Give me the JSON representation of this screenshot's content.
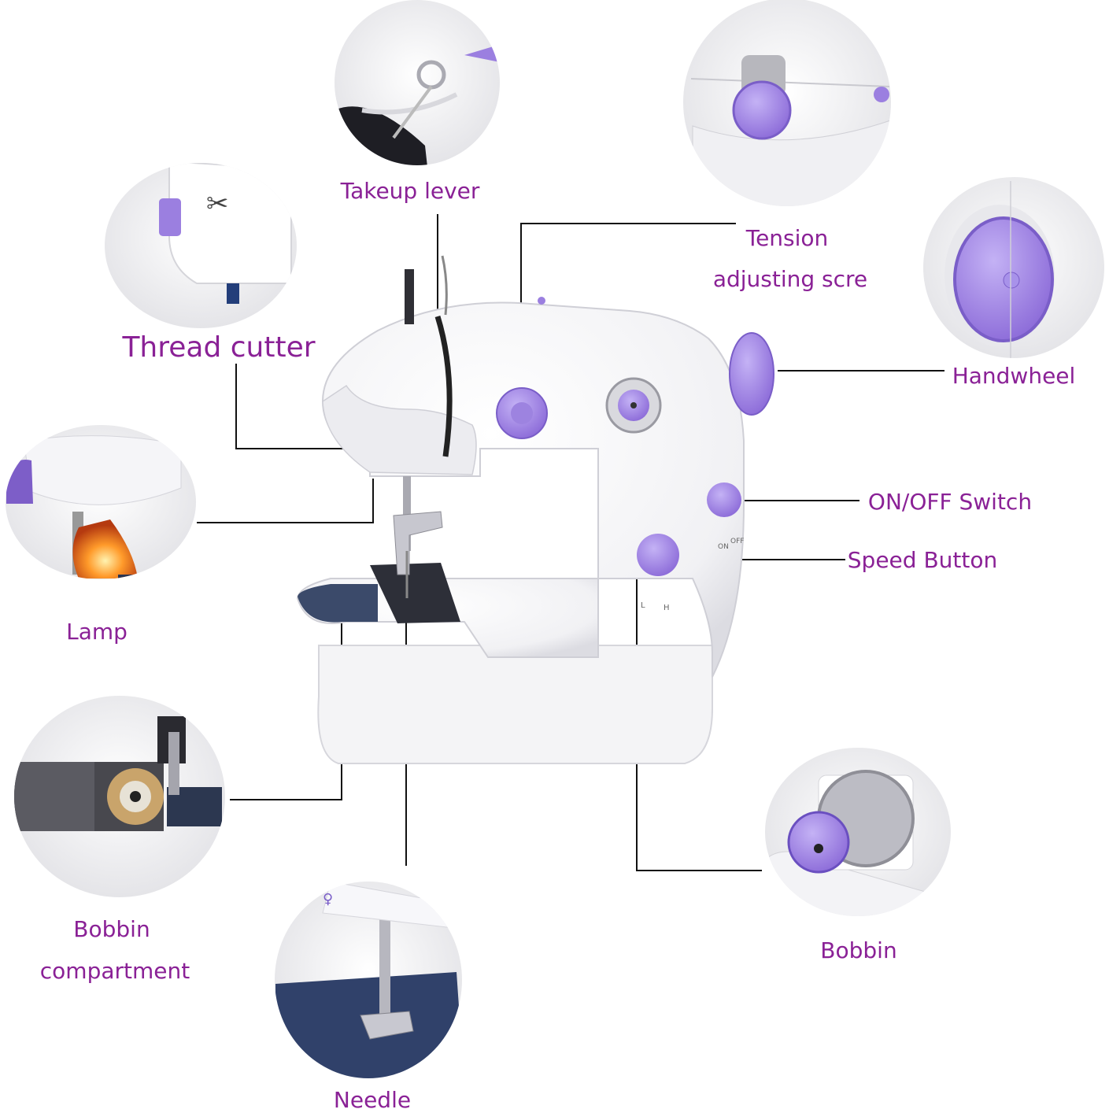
{
  "colors": {
    "label": "#8a2196",
    "accent_purple": "#9b7fe0",
    "machine_white": "#f6f6f8",
    "denim": "#3b4a6a",
    "leader_line": "#111111"
  },
  "labels": {
    "takeup_lever": "Takeup lever",
    "tension_line1": "Tension",
    "tension_line2": "adjusting scre",
    "thread_cutter": "Thread cutter",
    "handwheel": "Handwheel",
    "on_off_switch": "ON/OFF Switch",
    "speed_button": "Speed Button",
    "lamp": "Lamp",
    "bobbin_compartment_line1": "Bobbin",
    "bobbin_compartment_line2": "compartment",
    "bobbin": "Bobbin",
    "needle": "Needle"
  },
  "machine_markings": {
    "on": "ON",
    "off": "OFF",
    "low": "L",
    "high": "H"
  },
  "icons": {
    "thread_cutter_detail": "scissors-icon",
    "machine": "sewing-machine-illustration"
  }
}
